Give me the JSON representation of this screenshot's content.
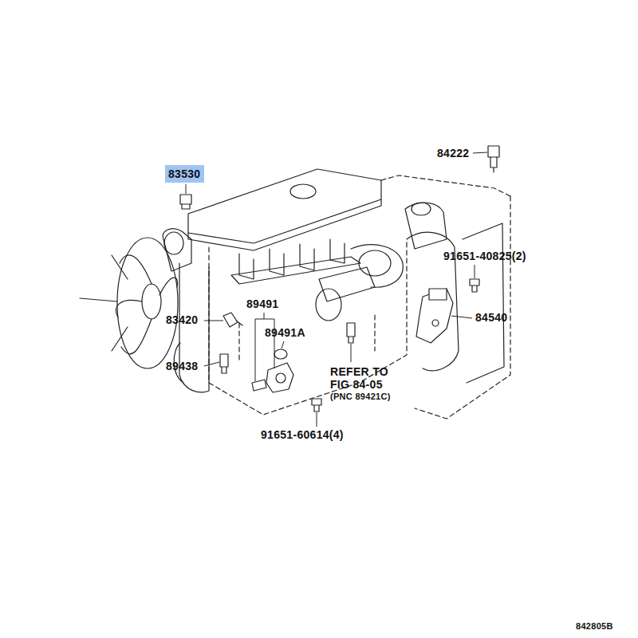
{
  "diagram": {
    "nodes": [
      {
        "text": [
          "83530"
        ]
      }
    ],
    "labels": [
      "84222",
      "91651-40825(2)",
      "84540",
      "83420",
      "89491",
      "89491A",
      "89438",
      "REFER TO FIG 84-05",
      "(PNC 89421C)",
      "91651-60614(4)",
      "842805B"
    ]
  }
}
